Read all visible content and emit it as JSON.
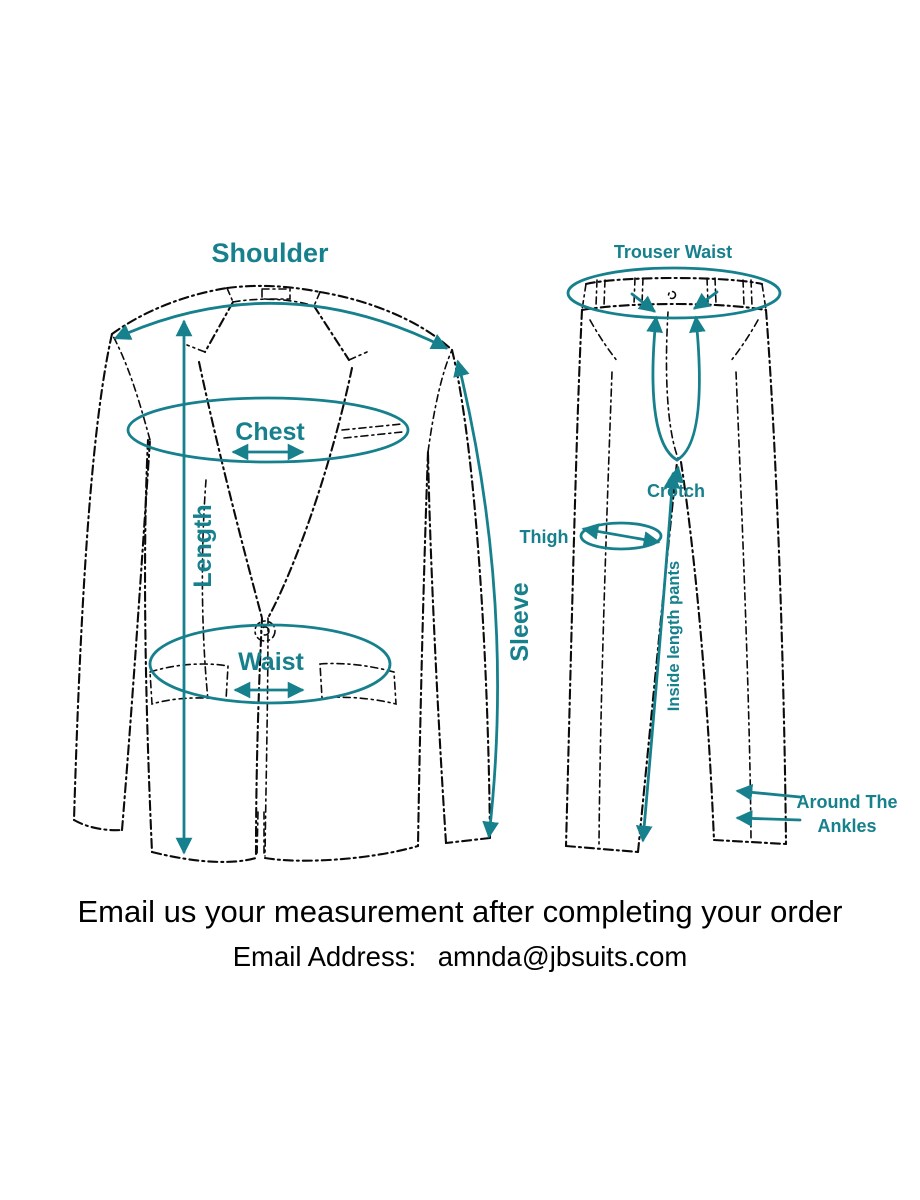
{
  "colors": {
    "accent": "#16808d",
    "ink": "#000000",
    "background": "#ffffff"
  },
  "labels": {
    "shoulder": "Shoulder",
    "chest": "Chest",
    "length": "Length",
    "waist": "Waist",
    "sleeve": "Sleeve",
    "trouser_waist": "Trouser Waist",
    "crotch": "Crotch",
    "thigh": "Thigh",
    "inside_length": "Inside length pants",
    "around_ankles_line1": "Around The",
    "around_ankles_line2": "Ankles"
  },
  "footer": {
    "line1": "Email us your measurement after completing your order",
    "line2_label": "Email Address:",
    "line2_email": "amnda@jbsuits.com"
  }
}
